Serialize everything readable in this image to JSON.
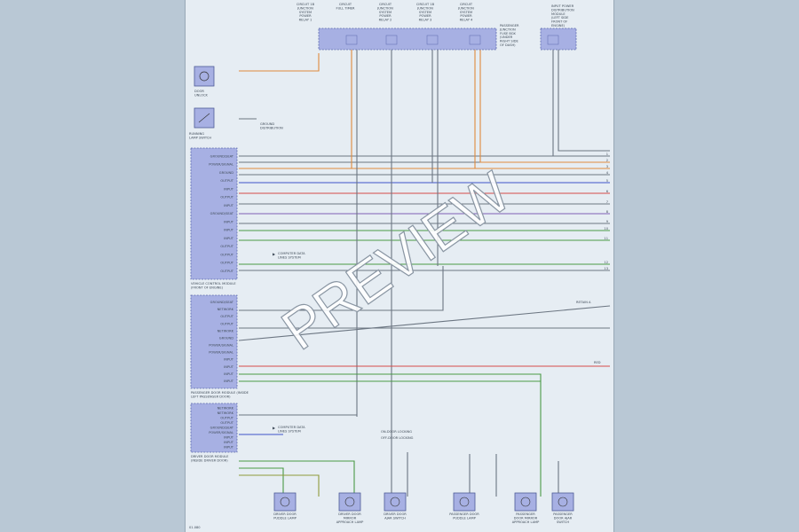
{
  "watermark": "PREVIEW",
  "page_number": "01.080",
  "top_boxes": [
    {
      "lines": [
        "CIRCUIT 1B",
        "JUNCTION",
        "SYSTEM",
        "POWER",
        "RELAY 1"
      ]
    },
    {
      "lines": [
        "CIRCUIT",
        "FULL TIMER"
      ]
    },
    {
      "lines": [
        "CIRCUIT",
        "JUNCTION",
        "SYSTEM",
        "POWER",
        "RELAY 2"
      ]
    },
    {
      "lines": [
        "CIRCUIT 1B",
        "JUNCTION",
        "SYSTEM",
        "POWER",
        "RELAY 3"
      ]
    },
    {
      "lines": [
        "CIRCUIT",
        "JUNCTION",
        "SYSTEM",
        "POWER",
        "RELAY 4"
      ]
    },
    {
      "lines": [
        "PASSENGER",
        "JUNCTION",
        "FUSE BOX",
        "(UNDER",
        "RIGHT SIDE",
        "OF DASH)"
      ]
    },
    {
      "lines": [
        "INPUT POWER",
        "DISTRIBUTION",
        "MODULE",
        "(LEFT SIDE",
        "FRONT OF",
        "ENGINE)"
      ]
    }
  ],
  "left_components": [
    {
      "label": [
        "DOOR",
        "UNLOCK"
      ]
    },
    {
      "label": [
        "RUNNING",
        "LAMP SWITCH"
      ]
    }
  ],
  "modules": [
    {
      "name": "VEHICLE CONTROL MODULE (FRONT OF ENGINE)",
      "pins": [
        "GROUND/SEAT",
        "POWER/SIGNAL",
        "GROUND",
        "OUTPUT",
        "INPUT",
        "OUTPUT",
        "INPUT",
        "GROUND/SEAT",
        "INPUT",
        "INPUT",
        "INPUT",
        "OUTPUT",
        "OUTPUT",
        "OUTPUT",
        "OUTPUT"
      ]
    },
    {
      "name": "PASSENGER DOOR MODULE (INSIDE LEFT PASSENGER DOOR)",
      "pins": [
        "GROUND/SEAT",
        "NETWORK",
        "OUTPUT",
        "OUTPUT",
        "NETWORK",
        "GROUND",
        "POWER/SIGNAL",
        "POWER/SIGNAL",
        "INPUT",
        "INPUT",
        "INPUT",
        "INPUT"
      ]
    },
    {
      "name": "DRIVER DOOR MODULE (INSIDE DRIVER DOOR)",
      "pins": [
        "NETWORK",
        "NETWORK",
        "OUTPUT",
        "OUTPUT",
        "GROUND/SEAT",
        "POWER/SIGNAL",
        "INPUT",
        "INPUT",
        "INPUT"
      ]
    }
  ],
  "annotations": {
    "computer_data_1": [
      "COMPUTER DATA",
      "LINES SYSTEM"
    ],
    "computer_data_2": [
      "COMPUTER DATA",
      "LINES SYSTEM"
    ],
    "legend_1": "ON-DOOR LOCKING",
    "legend_2": "OFF-DOOR LOCKING",
    "ground_dist": [
      "GROUND",
      "DISTRIBUTION"
    ],
    "right_label_a": "RETAIN A",
    "right_label_b": "RED"
  },
  "bottom_components": [
    {
      "label": [
        "DRIVER DOOR",
        "PUDDLE LAMP"
      ]
    },
    {
      "label": [
        "DRIVER DOOR",
        "MIRROR",
        "APPROACH LAMP"
      ]
    },
    {
      "label": [
        "DRIVER DOOR",
        "AJAR SWITCH"
      ]
    },
    {
      "label": [
        "PASSENGER DOOR",
        "PUDDLE LAMP"
      ]
    },
    {
      "label": [
        "PASSENGER",
        "DOOR MIRROR",
        "APPROACH LAMP"
      ]
    },
    {
      "label": [
        "PASSENGER",
        "DOOR AJAR",
        "SWITCH"
      ]
    }
  ],
  "colors": {
    "orange": "#e08a3c",
    "red": "#d64a4a",
    "blue": "#3d52c8",
    "green": "#4a9a45",
    "olive": "#8f9a3a",
    "gray": "#6c7682",
    "violet": "#7d5fb5",
    "module_fill": "#a7b0e3"
  }
}
